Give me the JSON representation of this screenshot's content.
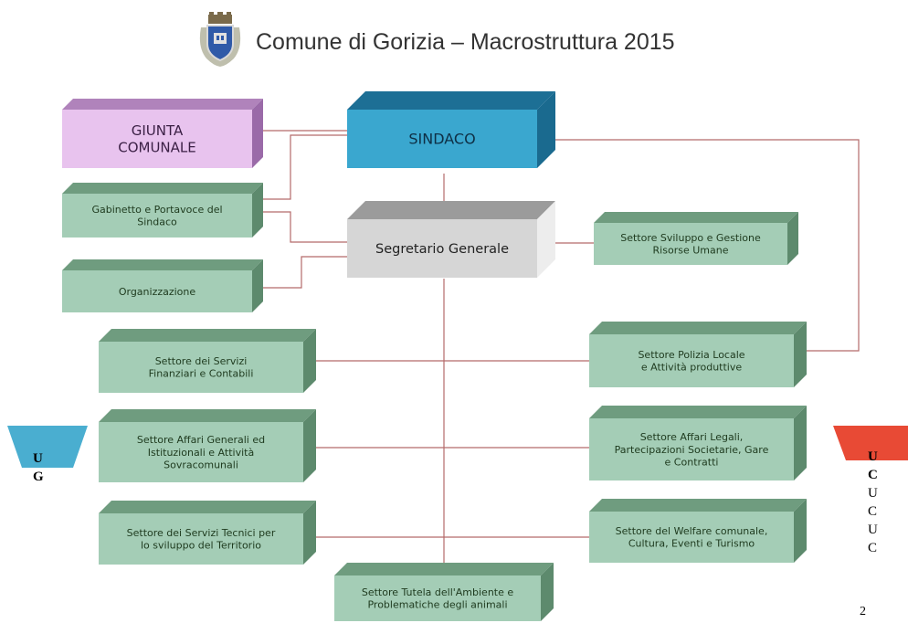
{
  "header": {
    "title": "Comune di Gorizia – Macrostruttura 2015",
    "logo": "gorizia-coat-of-arms-icon"
  },
  "colors": {
    "connector": "#b56a6a",
    "green_face": "#a4cdb6",
    "green_top": "#6f9c7f",
    "green_side": "#5d8a6d",
    "giunta_face": "#e8c3ee",
    "giunta_top": "#b083bb",
    "sindaco_face": "#3aa7cf",
    "sindaco_top": "#1d6f95",
    "segretario_face": "#d6d6d6",
    "segretario_top": "#9b9b9b",
    "ug_color": "#4aaed0",
    "ucuc_color": "#e84a35"
  },
  "boxes": {
    "giunta": "GIUNTA\nCOMUNALE",
    "sindaco": "SINDACO",
    "segretario": "Segretario Generale",
    "gabinetto": "Gabinetto e Portavoce del\nSindaco",
    "organizzazione": "Organizzazione",
    "sviluppo_risorse": "Settore Sviluppo e Gestione\nRisorse Umane",
    "servizi_finanziari": "Settore dei Servizi\nFinanziari e Contabili",
    "polizia_locale": "Settore Polizia Locale\ne Attività produttive",
    "affari_generali": "Settore Affari Generali ed\nIstituzionali e Attività\nSovracomunali",
    "affari_legali": "Settore Affari Legali,\nPartecipazioni Societarie, Gare\ne Contratti",
    "servizi_tecnici": "Settore dei Servizi Tecnici per\nlo sviluppo del Territorio",
    "welfare": "Settore del Welfare comunale,\nCultura, Eventi e Turismo",
    "tutela_ambiente": "Settore Tutela dell'Ambiente e\nProblematiche degli animali"
  },
  "ug": {
    "letters": [
      "U",
      "G"
    ]
  },
  "ucuc": {
    "letters": [
      "U",
      "C",
      "U",
      "C",
      "U",
      "C"
    ]
  },
  "page_number": "2"
}
